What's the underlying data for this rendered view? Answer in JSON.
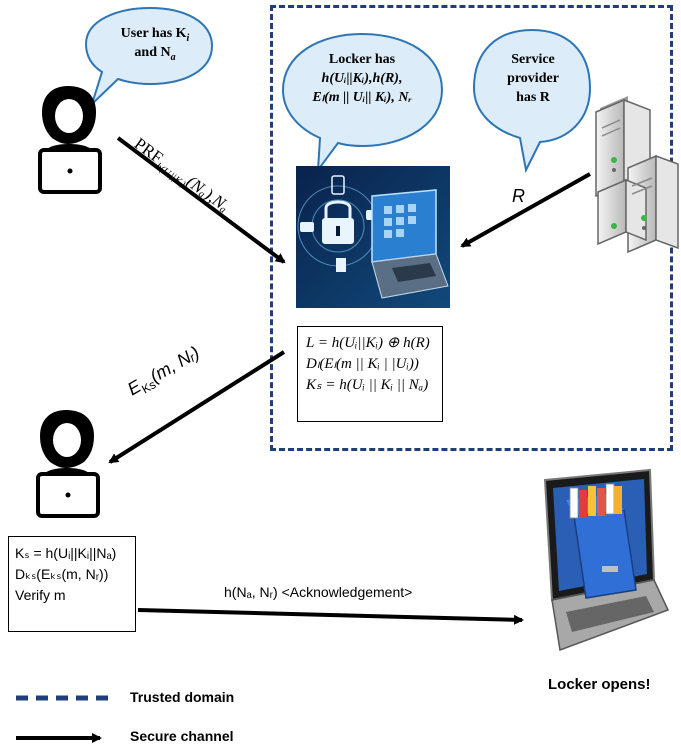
{
  "colors": {
    "trusted_dash": "#1f3f7a",
    "bubble_fill": "#dcecf8",
    "bubble_stroke": "#2e75b6",
    "arrow": "#000000"
  },
  "bubbles": {
    "user": {
      "line1": "User has K",
      "line1_sub": "i",
      "line2": "and N",
      "line2_sub": "a"
    },
    "locker": {
      "line1": "Locker has",
      "line2": "h(Uᵢ||Kᵢ),h(R),",
      "line3": "Eₗ(m || Uᵢ|| Kᵢ), Nᵣ"
    },
    "service": {
      "line1": "Service",
      "line2": "provider",
      "line3": "has R"
    }
  },
  "arrows": {
    "prf_label_main": "PRF",
    "prf_label_sub": "h(Uᵢ||Kᵢ)",
    "prf_label_tail": "(Nₐ),Nₐ",
    "r_label": "R",
    "eks_label": "E",
    "eks_sub": "Ks",
    "eks_tail": "(m, Nᵣ)",
    "ack_label": "h(Nₐ, Nᵣ) <Acknowledgement>"
  },
  "locker_box": {
    "line1": "L = h(Uᵢ||Kᵢ) ⊕ h(R)",
    "line2": "Dₗ(Eₗ(m || Kᵢ | |Uᵢ))",
    "line3": "Kₛ = h(Uᵢ || Kᵢ || Nₐ)"
  },
  "user_box": {
    "line1": "Kₛ = h(Uᵢ||Kᵢ||Nₐ)",
    "line2": "Dₖₛ(Eₖₛ(m, Nᵣ))",
    "line3": "Verify m"
  },
  "locker_opens": "Locker opens!",
  "legend": {
    "trusted": "Trusted domain",
    "secure": "Secure channel"
  },
  "icons": [
    "user-laptop-icon",
    "locker-security-icon",
    "server-icon",
    "open-file-laptop-icon"
  ]
}
